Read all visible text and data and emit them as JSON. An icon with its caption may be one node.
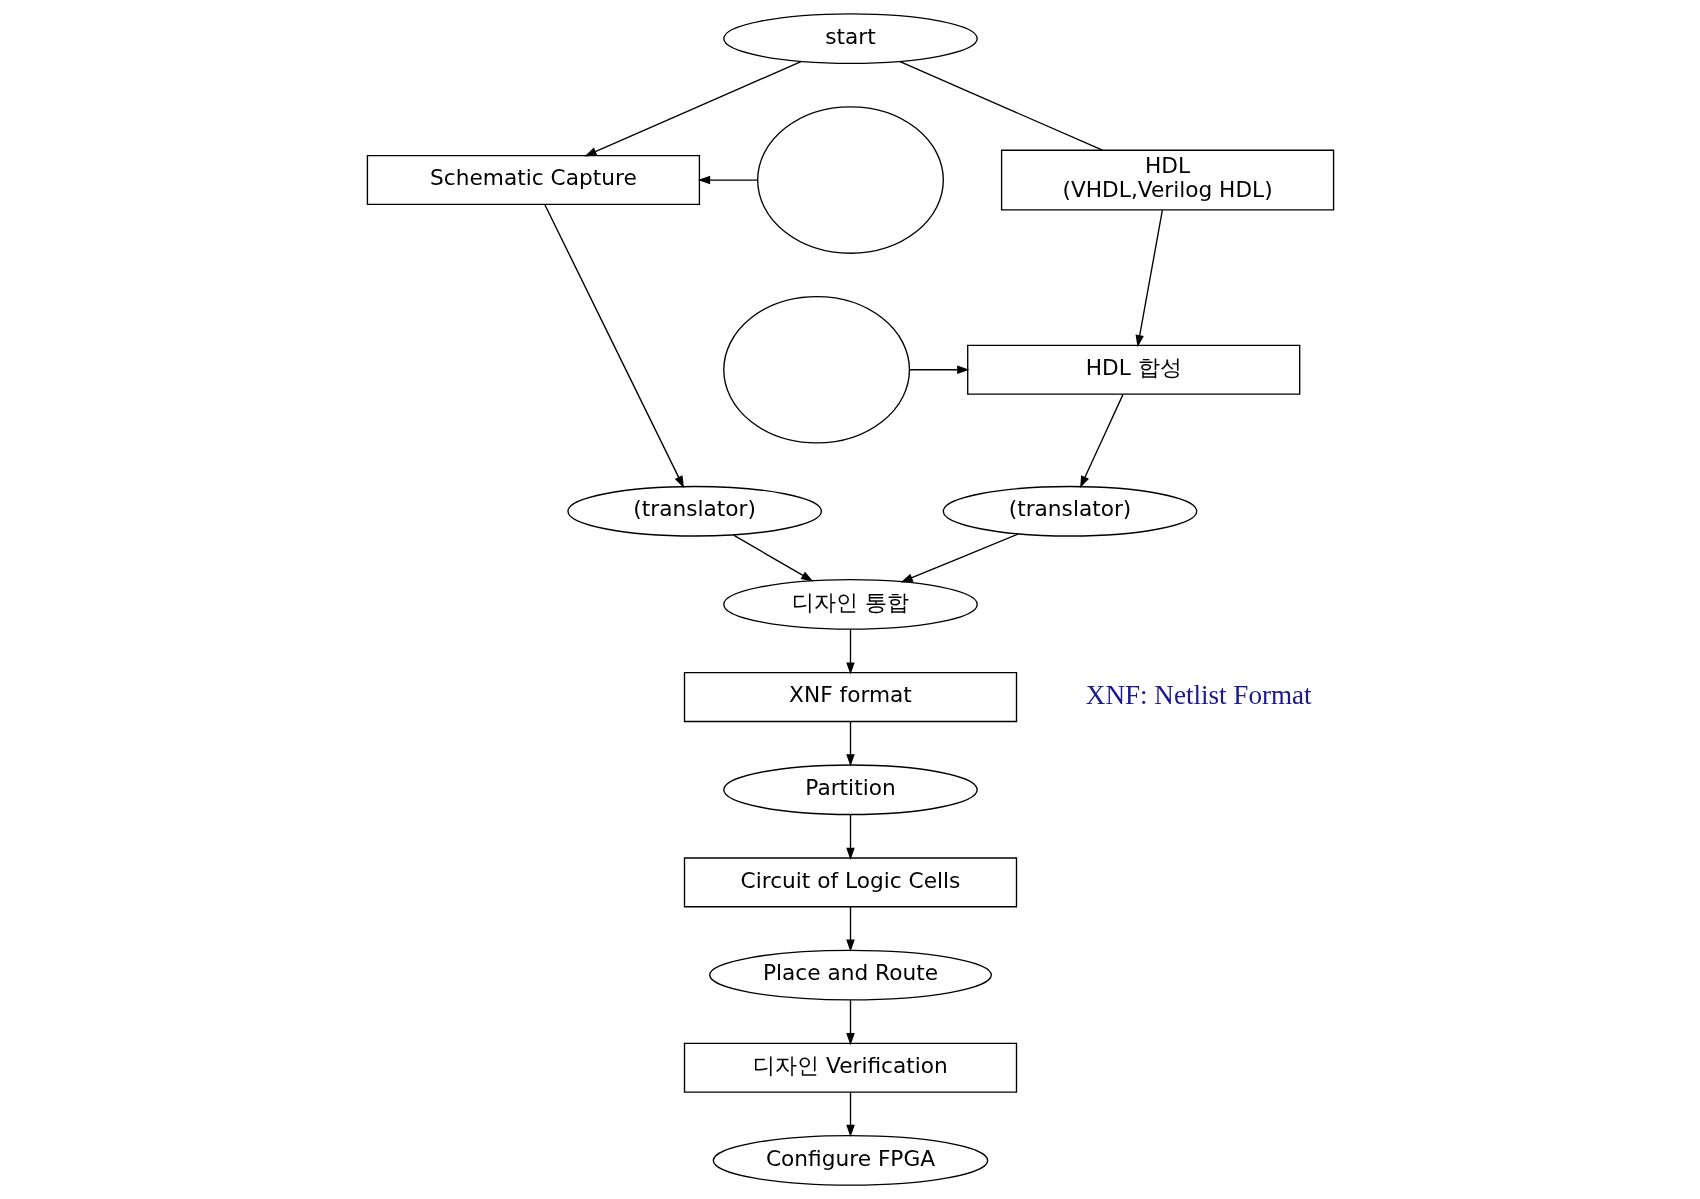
{
  "diagram": {
    "nodes": [
      {
        "text": [
          "start"
        ]
      },
      {
        "text": [],
        "shape": "ellipse"
      },
      {
        "text": [
          "Schematic Capture"
        ]
      },
      {
        "text": [
          "HDL",
          "(VHDL,Verilog HDL)"
        ]
      },
      {
        "text": [
          "HDL 합성"
        ]
      },
      {
        "text": [],
        "shape": "ellipse"
      },
      {
        "text": [
          "(translator)"
        ]
      },
      {
        "text": [
          "(translator)"
        ]
      },
      {
        "text": [
          "디자인 통합"
        ]
      },
      {
        "text": [
          "XNF format"
        ]
      },
      {
        "text": [
          "Partition"
        ]
      },
      {
        "text": [
          "Circuit of Logic Cells"
        ]
      },
      {
        "text": [
          "Place and Route"
        ]
      },
      {
        "text": [
          "디자인 Verification"
        ]
      },
      {
        "text": [
          "Configure FPGA"
        ]
      }
    ],
    "edges": [
      {
        "from": 0,
        "to": 2,
        "arrow": "to"
      },
      {
        "from": 0,
        "to": 3,
        "arrow": "none"
      },
      {
        "from": 1,
        "to": 2,
        "arrow": "to"
      },
      {
        "from": 2,
        "to": 6,
        "arrow": "to"
      },
      {
        "from": 3,
        "to": 4,
        "arrow": "to"
      },
      {
        "from": 5,
        "to": 4,
        "arrow": "to"
      },
      {
        "from": 4,
        "to": 7,
        "arrow": "to"
      },
      {
        "from": 6,
        "to": 8,
        "arrow": "to"
      },
      {
        "from": 7,
        "to": 8,
        "arrow": "to"
      },
      {
        "from": 8,
        "to": 9,
        "arrow": "to"
      },
      {
        "from": 9,
        "to": 10,
        "arrow": "to"
      },
      {
        "from": 10,
        "to": 11,
        "arrow": "to"
      },
      {
        "from": 11,
        "to": 12,
        "arrow": "to"
      },
      {
        "from": 12,
        "to": 13,
        "arrow": "to"
      },
      {
        "from": 13,
        "to": 14,
        "arrow": "to"
      }
    ],
    "labels": [
      "XNF: Netlist Format"
    ]
  }
}
